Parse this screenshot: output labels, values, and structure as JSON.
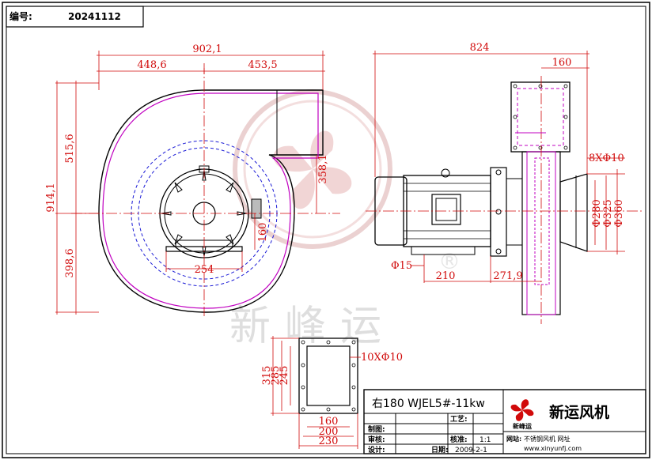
{
  "serial": {
    "label": "编号:",
    "value": "20241112"
  },
  "watermark": {
    "text": "新峰运",
    "registered": "®"
  },
  "front_view": {
    "overall_width": "902,1",
    "left_width": "448,6",
    "right_width": "453,5",
    "overall_height": "914,1",
    "upper_height": "515,6",
    "lower_height": "398,6",
    "outlet_offset": "358,1",
    "motor_center_height": "160",
    "base_width": "254"
  },
  "side_view": {
    "overall_length": "824",
    "outlet_depth": "160",
    "flange_holes": "8XΦ10",
    "dia_inner": "Φ280",
    "dia_bolt": "Φ325",
    "dia_outer": "Φ360",
    "foot_hole": "Φ15",
    "foot_spacing": "210",
    "shaft_distance": "271,9"
  },
  "outlet_flange": {
    "holes": "10XΦ10",
    "h_outer": "315",
    "h_bolt": "285",
    "h_inner": "245",
    "w_inner": "160",
    "w_bolt": "200",
    "w_outer": "230"
  },
  "title_block": {
    "model": "右180 WJEL5#-11kw",
    "process_label": "工艺:",
    "drawn_label": "制图:",
    "check_label": "审核:",
    "approve_label": "核准:",
    "scale": "1:1",
    "design_label": "设计:",
    "date_label": "日期:",
    "date": "2009-2-1",
    "company": "新运风机",
    "logo_text": "新峰运",
    "website_label": "网站:",
    "website_desc": "不锈钢风机 网址",
    "website": "www.xinyunfj.com"
  },
  "colors": {
    "dimension": "#d10a0a",
    "centerline": "#d10a0a",
    "hidden": "#1a1ad6",
    "duct": "#c000c0",
    "watermark": "#d9a0a0"
  }
}
